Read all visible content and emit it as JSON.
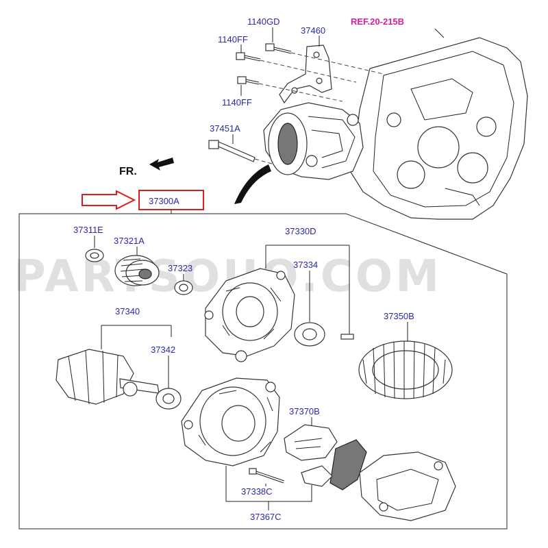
{
  "watermark": "PARTSOUQ.COM",
  "ref_label": "REF.20-215B",
  "front_label": "FR.",
  "labels": {
    "p1140GD": "1140GD",
    "p37460": "37460",
    "p1140FF_a": "1140FF",
    "p1140FF_b": "1140FF",
    "p37451A": "37451A",
    "p37300A": "37300A",
    "p37311E": "37311E",
    "p37321A": "37321A",
    "p37323": "37323",
    "p37330D": "37330D",
    "p37334": "37334",
    "p37340": "37340",
    "p37342": "37342",
    "p37350B": "37350B",
    "p37370B": "37370B",
    "p37338C": "37338C",
    "p37367C": "37367C"
  },
  "colors": {
    "label": "#2a2aa8",
    "ref": "#d6209a",
    "highlight_box": "#e01b1b"
  }
}
